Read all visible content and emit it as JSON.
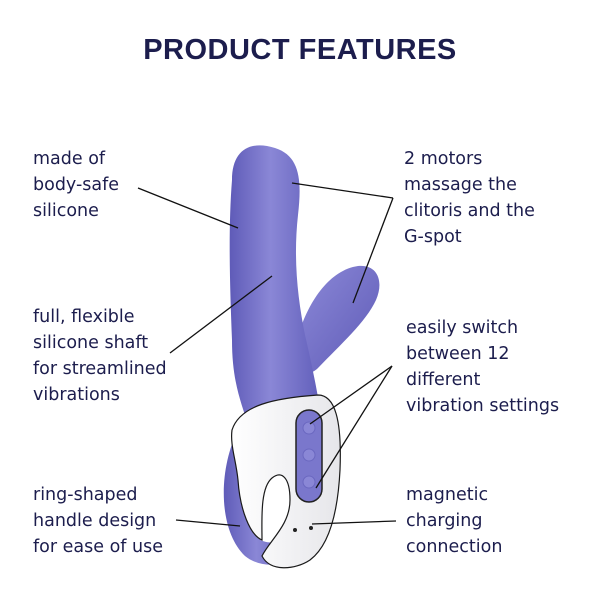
{
  "header": {
    "title": "PRODUCT FEATURES"
  },
  "colors": {
    "text": "#1c1d4d",
    "product_purple": "#6f6cc4",
    "product_purple_light": "#8f8cd8",
    "handle_white": "#f4f4f6",
    "background": "#ffffff"
  },
  "features": {
    "material": {
      "lines": [
        "made of",
        "body-safe",
        "silicone"
      ]
    },
    "motors": {
      "lines": [
        "2 motors",
        "massage the",
        "clitoris and the",
        "G-spot"
      ]
    },
    "shaft": {
      "lines": [
        "full, flexible",
        "silicone shaft",
        "for streamlined",
        "vibrations"
      ]
    },
    "settings": {
      "lines": [
        "easily switch",
        "between 12",
        "different",
        "vibration settings"
      ]
    },
    "handle": {
      "lines": [
        "ring-shaped",
        "handle design",
        "for ease of use"
      ]
    },
    "charging": {
      "lines": [
        "magnetic",
        "charging",
        "connection"
      ]
    }
  }
}
